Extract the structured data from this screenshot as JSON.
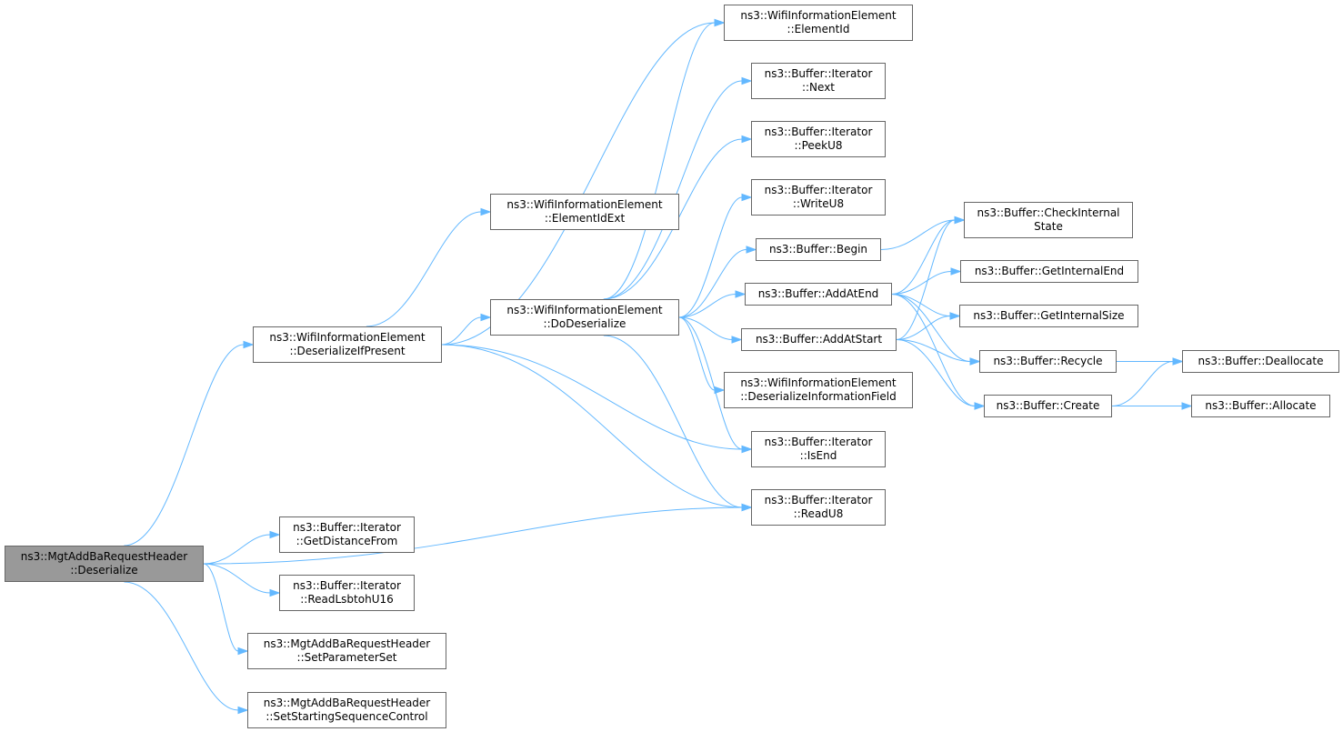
{
  "colors": {
    "edge": "#63b8ff",
    "root_fill": "#999999",
    "node_border": "#666666"
  },
  "nodes": [
    {
      "id": "deserialize",
      "lines": [
        "ns3::MgtAddBaRequestHeader",
        "::Deserialize"
      ],
      "root": true
    },
    {
      "id": "deserialize_if_present",
      "lines": [
        "ns3::WifiInformationElement",
        "::DeserializeIfPresent"
      ]
    },
    {
      "id": "element_id_ext",
      "lines": [
        "ns3::WifiInformationElement",
        "::ElementIdExt"
      ]
    },
    {
      "id": "do_deserialize",
      "lines": [
        "ns3::WifiInformationElement",
        "::DoDeserialize"
      ]
    },
    {
      "id": "element_id",
      "lines": [
        "ns3::WifiInformationElement",
        "::ElementId"
      ]
    },
    {
      "id": "next",
      "lines": [
        "ns3::Buffer::Iterator",
        "::Next"
      ]
    },
    {
      "id": "peek_u8",
      "lines": [
        "ns3::Buffer::Iterator",
        "::PeekU8"
      ]
    },
    {
      "id": "write_u8",
      "lines": [
        "ns3::Buffer::Iterator",
        "::WriteU8"
      ]
    },
    {
      "id": "begin",
      "lines": [
        "ns3::Buffer::Begin"
      ]
    },
    {
      "id": "add_at_end",
      "lines": [
        "ns3::Buffer::AddAtEnd"
      ]
    },
    {
      "id": "add_at_start",
      "lines": [
        "ns3::Buffer::AddAtStart"
      ]
    },
    {
      "id": "deserialize_information_field",
      "lines": [
        "ns3::WifiInformationElement",
        "::DeserializeInformationField"
      ]
    },
    {
      "id": "is_end",
      "lines": [
        "ns3::Buffer::Iterator",
        "::IsEnd"
      ]
    },
    {
      "id": "read_u8",
      "lines": [
        "ns3::Buffer::Iterator",
        "::ReadU8"
      ]
    },
    {
      "id": "check_internal_state",
      "lines": [
        "ns3::Buffer::CheckInternal",
        "State"
      ]
    },
    {
      "id": "get_internal_end",
      "lines": [
        "ns3::Buffer::GetInternalEnd"
      ]
    },
    {
      "id": "get_internal_size",
      "lines": [
        "ns3::Buffer::GetInternalSize"
      ]
    },
    {
      "id": "recycle",
      "lines": [
        "ns3::Buffer::Recycle"
      ]
    },
    {
      "id": "create",
      "lines": [
        "ns3::Buffer::Create"
      ]
    },
    {
      "id": "deallocate",
      "lines": [
        "ns3::Buffer::Deallocate"
      ]
    },
    {
      "id": "allocate",
      "lines": [
        "ns3::Buffer::Allocate"
      ]
    },
    {
      "id": "get_distance_from",
      "lines": [
        "ns3::Buffer::Iterator",
        "::GetDistanceFrom"
      ]
    },
    {
      "id": "read_lsbtoh_u16",
      "lines": [
        "ns3::Buffer::Iterator",
        "::ReadLsbtohU16"
      ]
    },
    {
      "id": "set_parameter_set",
      "lines": [
        "ns3::MgtAddBaRequestHeader",
        "::SetParameterSet"
      ]
    },
    {
      "id": "set_starting_sequence_control",
      "lines": [
        "ns3::MgtAddBaRequestHeader",
        "::SetStartingSequenceControl"
      ]
    }
  ],
  "edges": [
    [
      "deserialize",
      "deserialize_if_present"
    ],
    [
      "deserialize",
      "read_u8"
    ],
    [
      "deserialize",
      "get_distance_from"
    ],
    [
      "deserialize",
      "read_lsbtoh_u16"
    ],
    [
      "deserialize",
      "set_parameter_set"
    ],
    [
      "deserialize",
      "set_starting_sequence_control"
    ],
    [
      "deserialize_if_present",
      "element_id_ext"
    ],
    [
      "deserialize_if_present",
      "element_id"
    ],
    [
      "deserialize_if_present",
      "do_deserialize"
    ],
    [
      "deserialize_if_present",
      "is_end"
    ],
    [
      "deserialize_if_present",
      "read_u8"
    ],
    [
      "do_deserialize",
      "element_id"
    ],
    [
      "do_deserialize",
      "next"
    ],
    [
      "do_deserialize",
      "peek_u8"
    ],
    [
      "do_deserialize",
      "write_u8"
    ],
    [
      "do_deserialize",
      "begin"
    ],
    [
      "do_deserialize",
      "add_at_end"
    ],
    [
      "do_deserialize",
      "add_at_start"
    ],
    [
      "do_deserialize",
      "deserialize_information_field"
    ],
    [
      "do_deserialize",
      "is_end"
    ],
    [
      "do_deserialize",
      "read_u8"
    ],
    [
      "begin",
      "check_internal_state"
    ],
    [
      "add_at_end",
      "check_internal_state"
    ],
    [
      "add_at_end",
      "get_internal_end"
    ],
    [
      "add_at_end",
      "get_internal_size"
    ],
    [
      "add_at_end",
      "recycle"
    ],
    [
      "add_at_end",
      "create"
    ],
    [
      "add_at_start",
      "check_internal_state"
    ],
    [
      "add_at_start",
      "get_internal_size"
    ],
    [
      "add_at_start",
      "recycle"
    ],
    [
      "add_at_start",
      "create"
    ],
    [
      "recycle",
      "deallocate"
    ],
    [
      "create",
      "deallocate"
    ],
    [
      "create",
      "allocate"
    ]
  ]
}
